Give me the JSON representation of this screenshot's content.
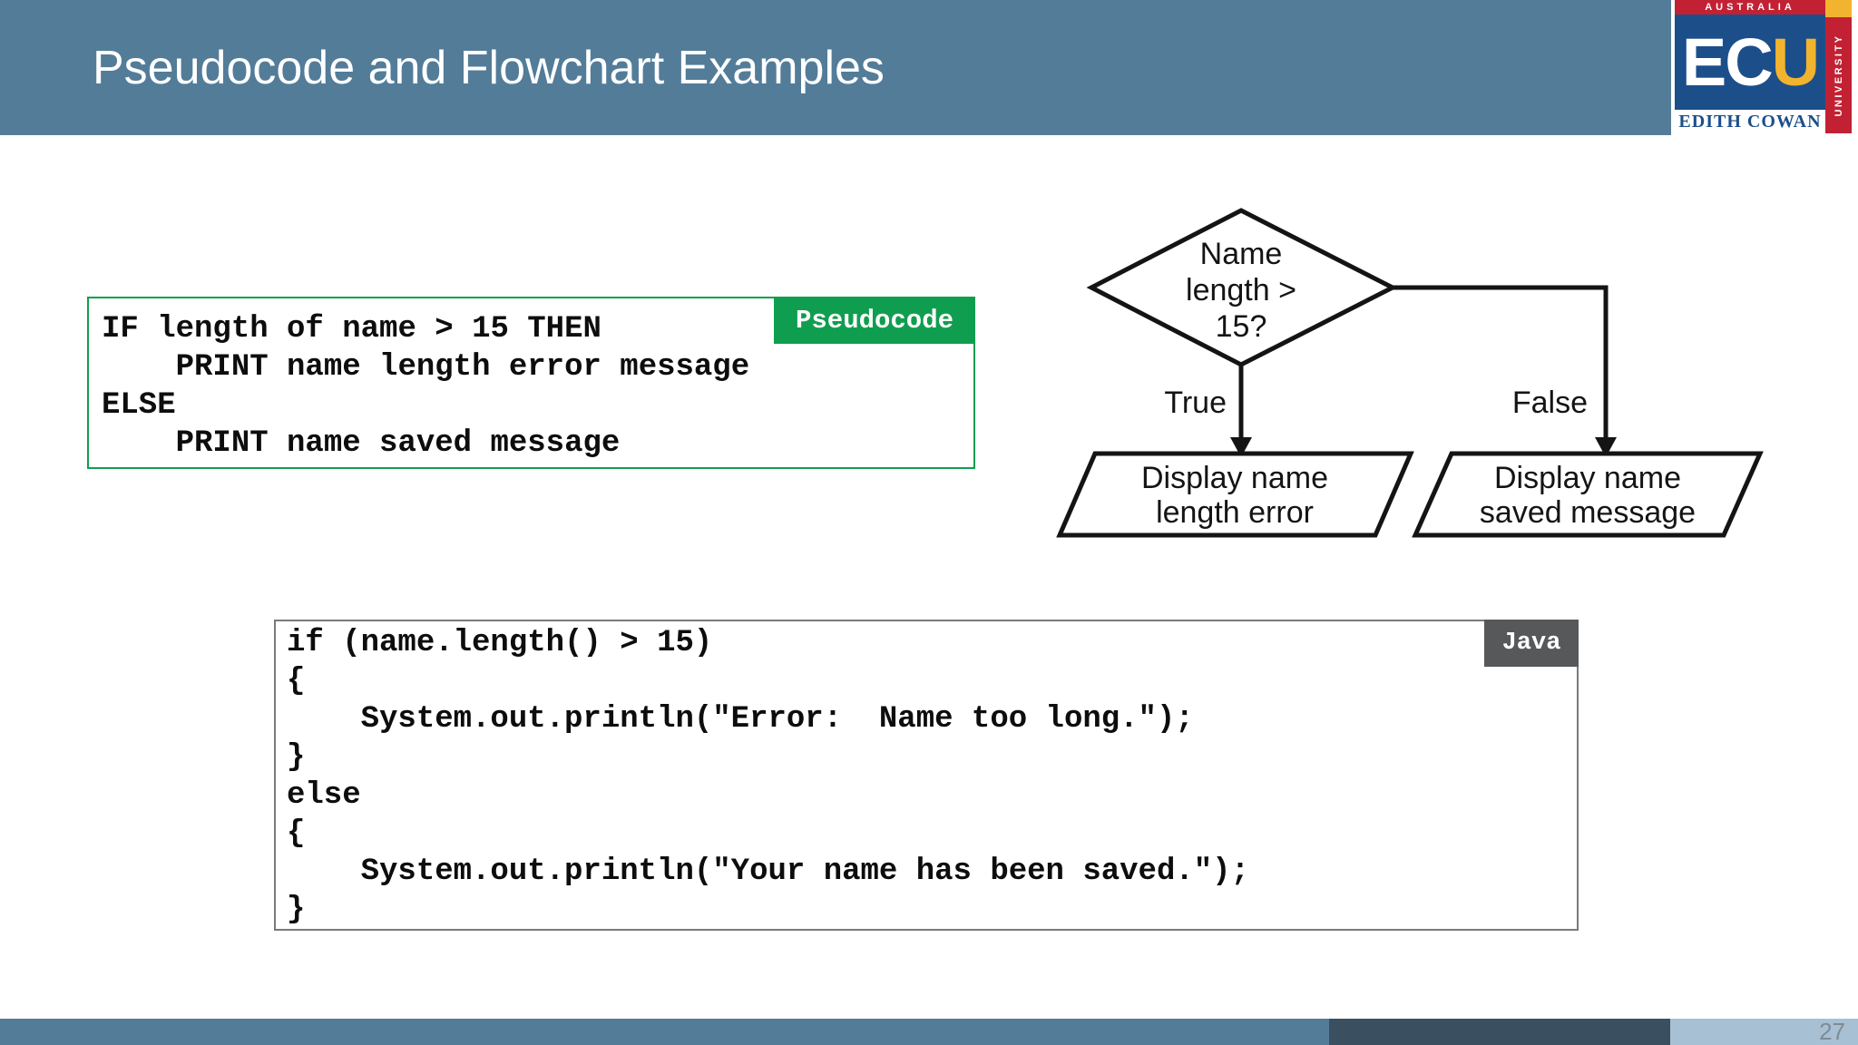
{
  "header": {
    "title": "Pseudocode and Flowchart Examples"
  },
  "logo": {
    "australia": "AUSTRALIA",
    "ec": "EC",
    "u": "U",
    "edith_cowan": "EDITH COWAN",
    "university": "UNIVERSITY"
  },
  "pseudocode": {
    "label": "Pseudocode",
    "code": "IF length of name > 15 THEN\n    PRINT name length error message\nELSE\n    PRINT name saved message"
  },
  "java": {
    "label": "Java",
    "code": "if (name.length() > 15)\n{\n    System.out.println(\"Error:  Name too long.\");\n}\nelse\n{\n    System.out.println(\"Your name has been saved.\");\n}"
  },
  "flowchart": {
    "decision_lines": [
      "Name",
      "length >",
      "15?"
    ],
    "true_label": "True",
    "false_label": "False",
    "left_output": [
      "Display name",
      "length error"
    ],
    "right_output": [
      "Display name",
      "saved message"
    ]
  },
  "footer": {
    "page_number": "27"
  },
  "colors": {
    "header_bar": "#537c99",
    "footer_dark": "#3a4f5f",
    "footer_light": "#a7c0d3",
    "pseudocode_green": "#0f9e4f",
    "java_gray": "#57585a",
    "ecu_red": "#c22133",
    "ecu_blue": "#1c4f8a",
    "ecu_yellow": "#f2b32e"
  }
}
